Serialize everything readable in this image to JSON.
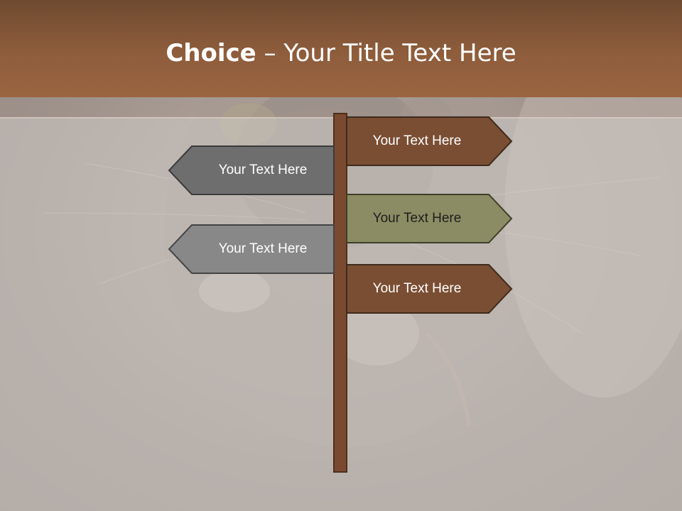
{
  "slide": {
    "title_bold": "Choice",
    "title_rest": " – Your Title Text Here"
  },
  "signs": [
    {
      "label": "Your Text Here",
      "direction": "right",
      "color": "#7a4e33"
    },
    {
      "label": "Your Text Here",
      "direction": "left",
      "color": "#6e6e6e"
    },
    {
      "label": "Your Text Here",
      "direction": "right",
      "color": "#8c8c64"
    },
    {
      "label": "Your Text Here",
      "direction": "left",
      "color": "#888888"
    },
    {
      "label": "Your Text Here",
      "direction": "right",
      "color": "#7a4e33"
    }
  ],
  "colors": {
    "header": "#8e5d3c",
    "post": "#7a4a30",
    "text": "#ffffff"
  }
}
